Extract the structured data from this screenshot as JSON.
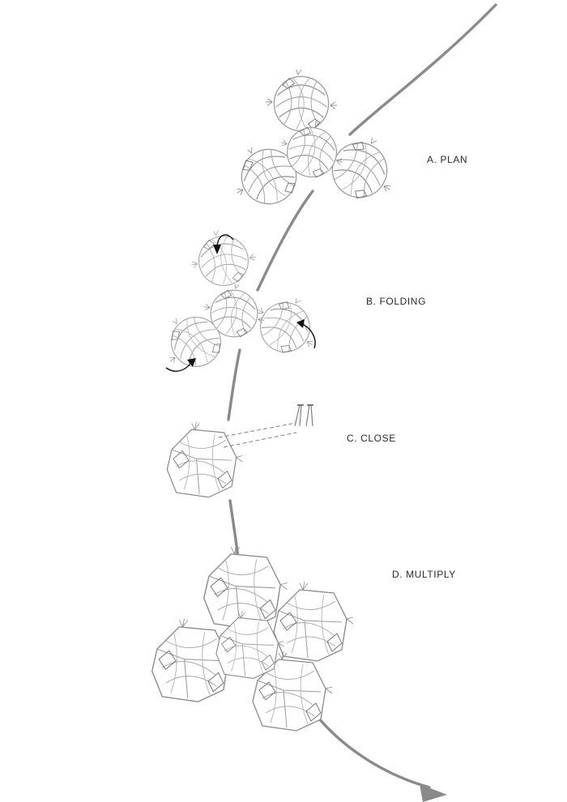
{
  "steps": [
    {
      "id": "plan",
      "label": "A.  PLAN"
    },
    {
      "id": "folding",
      "label": "B.  FOLDING"
    },
    {
      "id": "close",
      "label": "C.  CLOSE"
    },
    {
      "id": "multiply",
      "label": "D.  MULTIPLY"
    }
  ],
  "colors": {
    "path": "#8a8a8a",
    "line_art": "#9a9a9a",
    "line_art_dark": "#555555",
    "arrow": "#111111",
    "text": "#2b2b2b"
  },
  "icons": [
    "curved-arrow-icon",
    "pin-icon",
    "arrowhead-icon"
  ]
}
